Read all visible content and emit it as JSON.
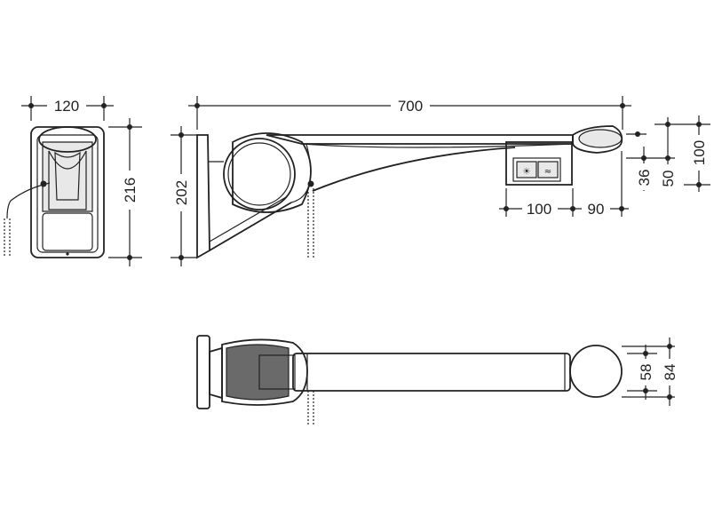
{
  "dimensions": {
    "side_width": "120",
    "side_height": "216",
    "bracket_height": "202",
    "total_length": "700",
    "tip_height": "100",
    "tip_offset": "50",
    "tip_top_offset": "36",
    "button_width": "100",
    "button_offset": "90",
    "round_diameter_inner": "58",
    "round_diameter_outer": "84"
  },
  "colors": {
    "line": "#222222",
    "fill_light": "#e8e8e8",
    "fill_dark": "#6a6a6a"
  }
}
